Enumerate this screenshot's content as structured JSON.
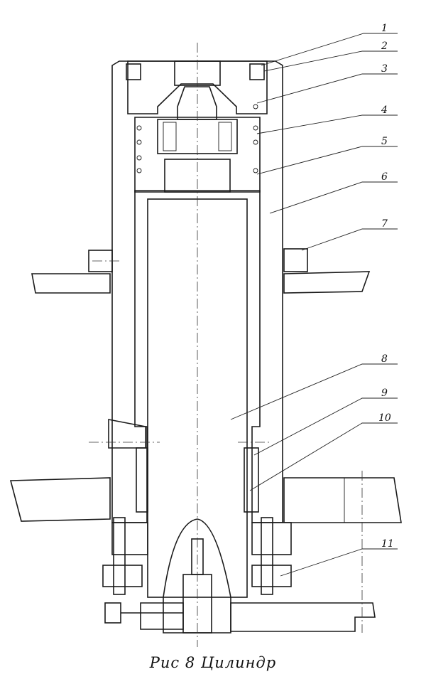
{
  "caption": "Рис 8  Цилиндр",
  "callouts": [
    "1",
    "2",
    "3",
    "4",
    "5",
    "6",
    "7",
    "8",
    "9",
    "10",
    "11"
  ]
}
